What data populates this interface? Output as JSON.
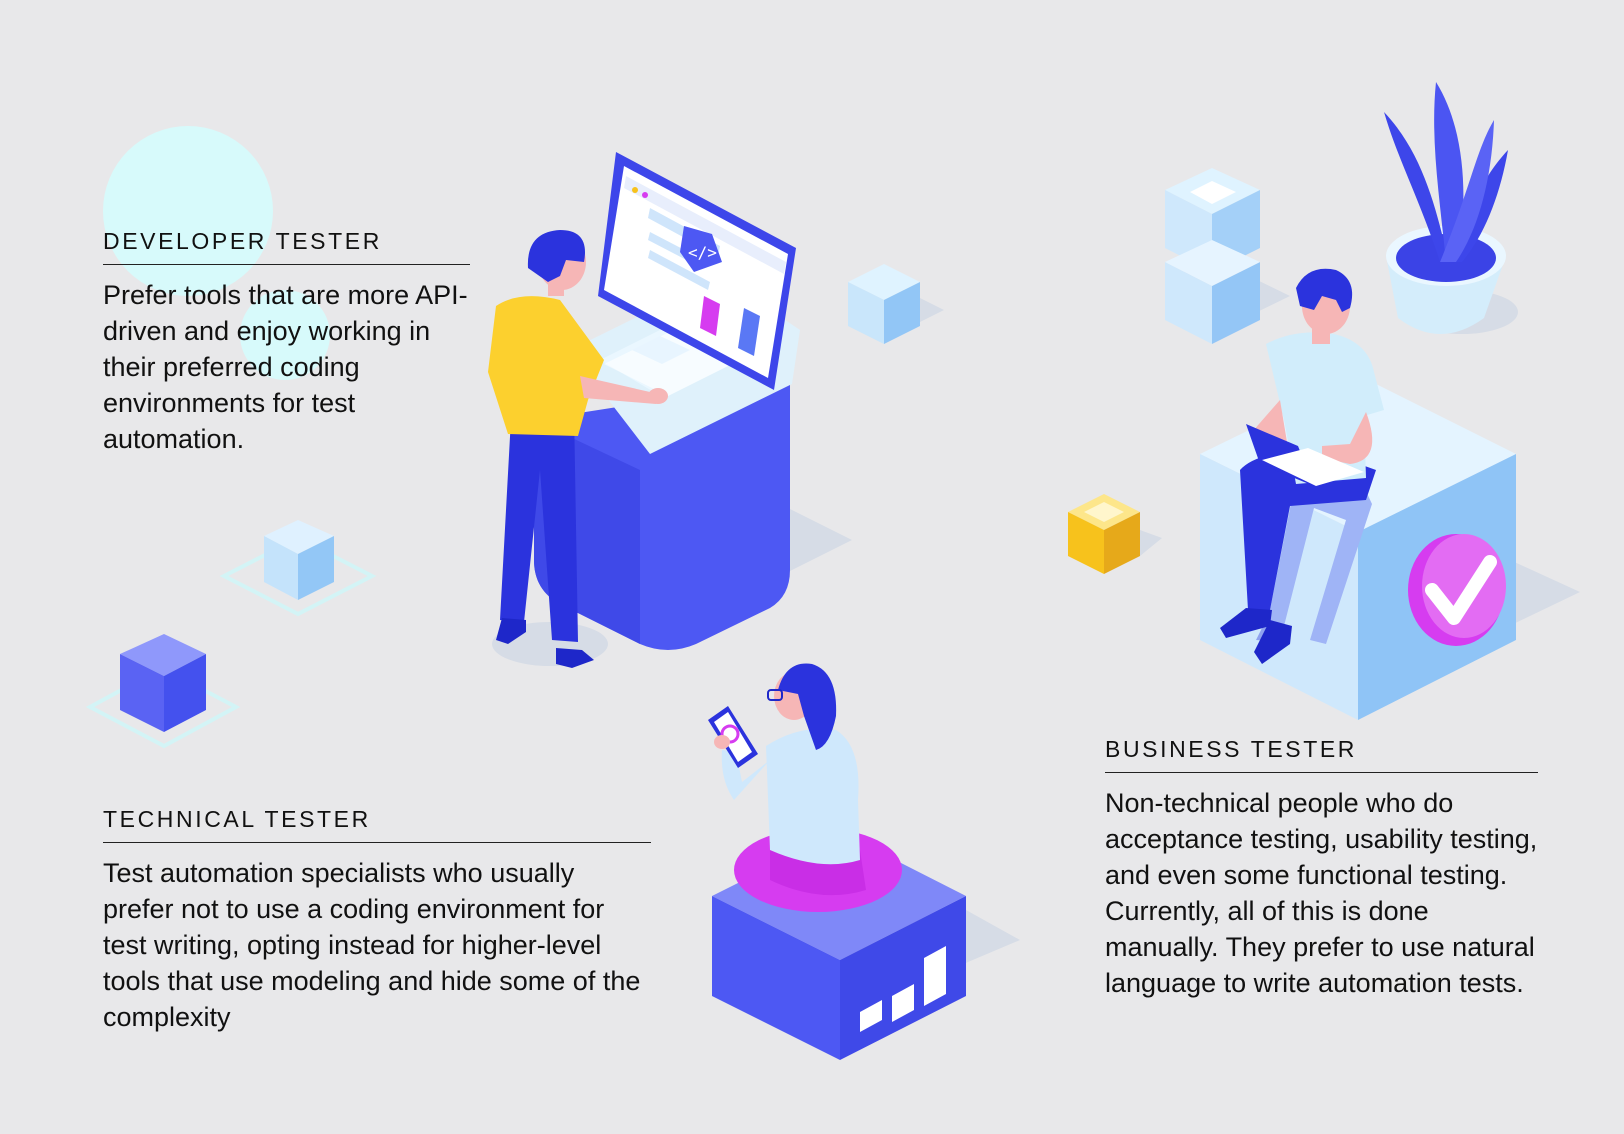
{
  "developer": {
    "title": "DEVELOPER TESTER",
    "text": "Prefer tools that are more API-driven and enjoy working in their preferred coding environments for test automation."
  },
  "technical": {
    "title": "TECHNICAL TESTER",
    "text": "Test automation specialists who usually prefer not to use a coding environment for test writing, opting instead for higher-level tools that use modeling and hide some of the complexity"
  },
  "business": {
    "title": "BUSINESS TESTER",
    "text": "Non-technical people who do acceptance testing, usability testing, and even some functional testing. Currently, all of this is done manually. They prefer to use natural language to write automation tests."
  },
  "colors": {
    "background": "#e8e8ea",
    "primary": "#4f5bf5",
    "light_blue": "#cfe8fb",
    "yellow": "#fcd02e",
    "magenta": "#d63cf0"
  }
}
